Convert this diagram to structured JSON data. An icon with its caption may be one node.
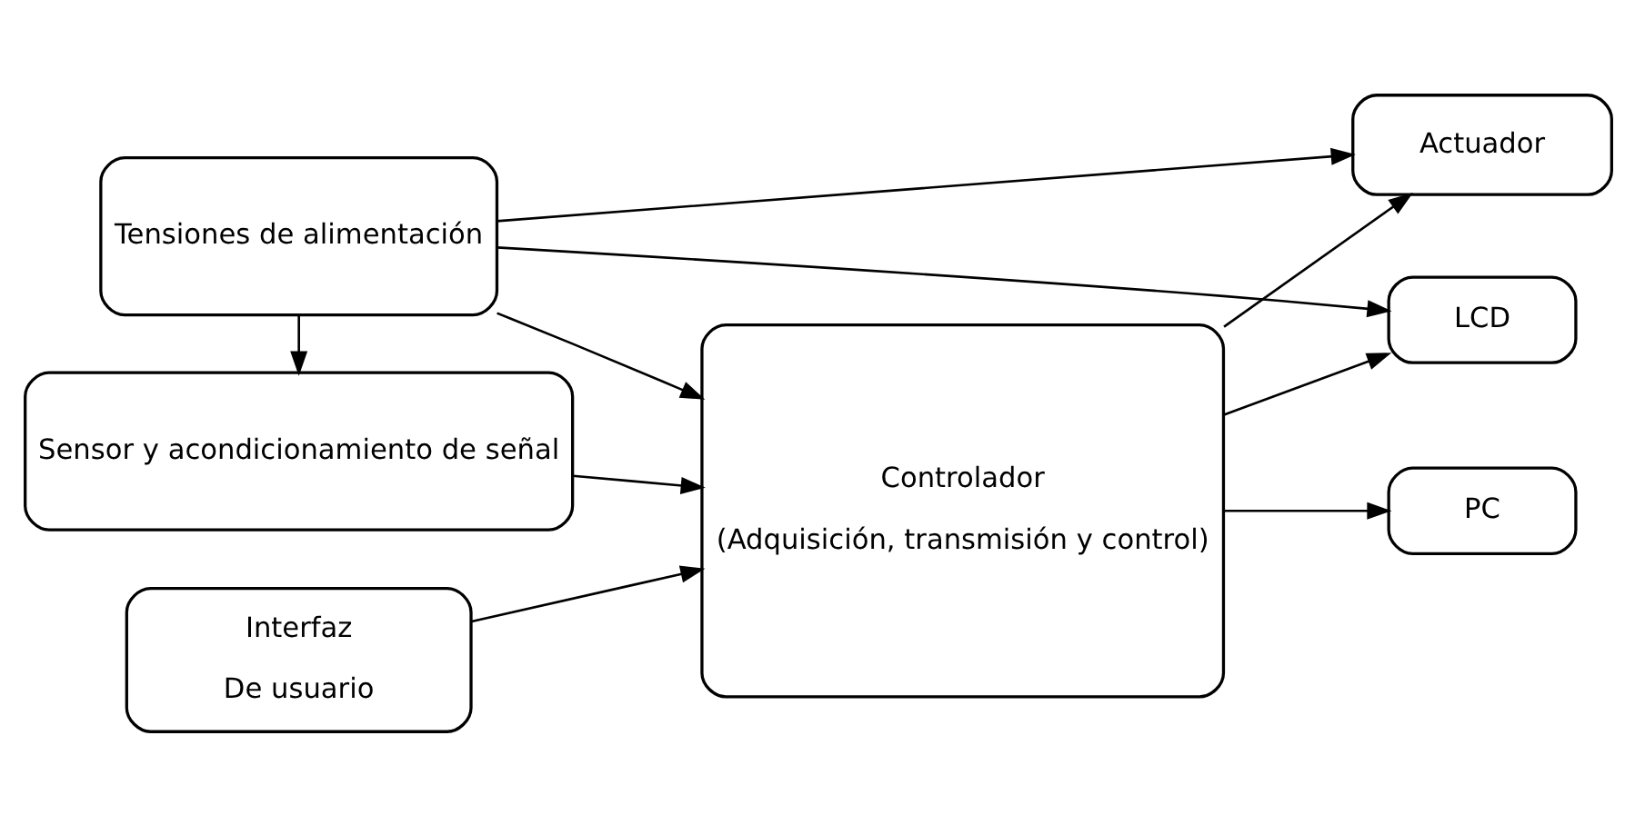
{
  "diagram": {
    "nodes": [
      {
        "text": [
          "Tensiones de alimentación"
        ]
      },
      {
        "text": [
          "Sensor y acondicionamiento de señal"
        ]
      },
      {
        "text": [
          "Controlador",
          "(Adquisición, transmisión y control)"
        ]
      },
      {
        "text": [
          "LCD"
        ]
      },
      {
        "text": [
          "PC"
        ]
      },
      {
        "text": [
          "Interfaz",
          "De usuario"
        ]
      },
      {
        "text": [
          "Actuador"
        ]
      }
    ],
    "edges": [
      {
        "from": 0,
        "to": 1,
        "arrow": "to"
      },
      {
        "from": 0,
        "to": 2,
        "arrow": "to"
      },
      {
        "from": 0,
        "to": 3,
        "arrow": "to"
      },
      {
        "from": 0,
        "to": 6,
        "arrow": "to"
      },
      {
        "from": 1,
        "to": 2,
        "arrow": "to"
      },
      {
        "from": 5,
        "to": 2,
        "arrow": "to"
      },
      {
        "from": 2,
        "to": 3,
        "arrow": "to"
      },
      {
        "from": 2,
        "to": 4,
        "arrow": "to"
      },
      {
        "from": 2,
        "to": 6,
        "arrow": "to"
      }
    ]
  }
}
